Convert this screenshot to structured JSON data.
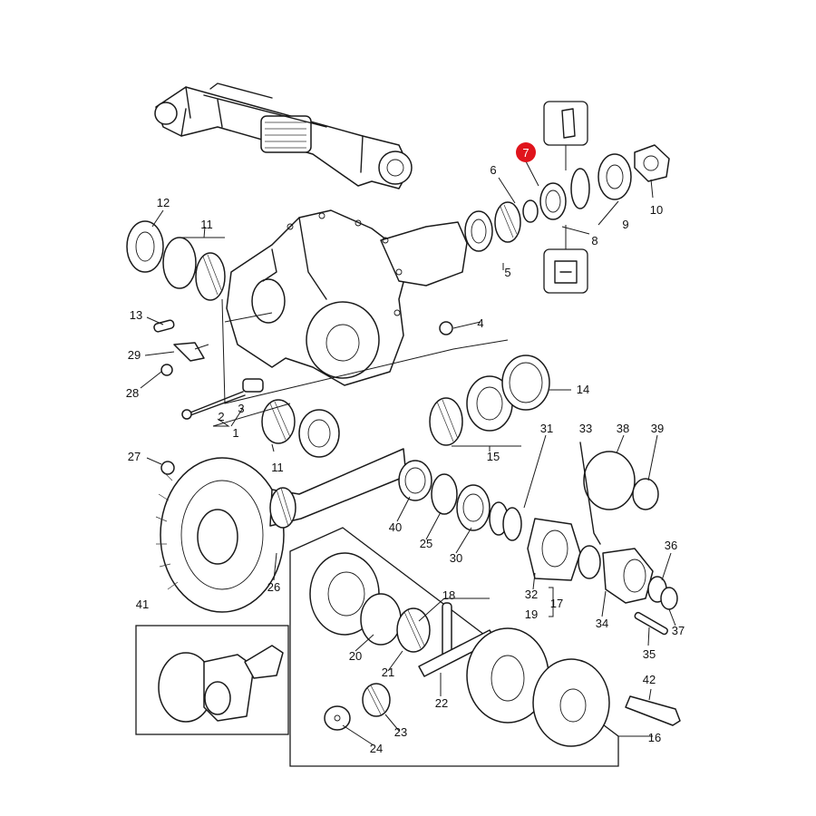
{
  "diagram": {
    "highlight_color": "#e0141c",
    "highlighted_callout": "7",
    "callouts": [
      {
        "id": "1",
        "label": "1"
      },
      {
        "id": "2",
        "label": "2"
      },
      {
        "id": "3",
        "label": "3"
      },
      {
        "id": "4",
        "label": "4"
      },
      {
        "id": "5",
        "label": "5"
      },
      {
        "id": "6",
        "label": "6"
      },
      {
        "id": "7",
        "label": "7"
      },
      {
        "id": "8",
        "label": "8"
      },
      {
        "id": "9",
        "label": "9"
      },
      {
        "id": "10",
        "label": "10"
      },
      {
        "id": "11a",
        "label": "11"
      },
      {
        "id": "11b",
        "label": "11"
      },
      {
        "id": "12",
        "label": "12"
      },
      {
        "id": "13",
        "label": "13"
      },
      {
        "id": "14",
        "label": "14"
      },
      {
        "id": "15",
        "label": "15"
      },
      {
        "id": "16",
        "label": "16"
      },
      {
        "id": "17",
        "label": "17"
      },
      {
        "id": "18",
        "label": "18"
      },
      {
        "id": "19",
        "label": "19"
      },
      {
        "id": "20",
        "label": "20"
      },
      {
        "id": "21",
        "label": "21"
      },
      {
        "id": "22",
        "label": "22"
      },
      {
        "id": "23",
        "label": "23"
      },
      {
        "id": "24",
        "label": "24"
      },
      {
        "id": "25",
        "label": "25"
      },
      {
        "id": "26",
        "label": "26"
      },
      {
        "id": "27",
        "label": "27"
      },
      {
        "id": "28",
        "label": "28"
      },
      {
        "id": "29",
        "label": "29"
      },
      {
        "id": "30",
        "label": "30"
      },
      {
        "id": "31",
        "label": "31"
      },
      {
        "id": "32",
        "label": "32"
      },
      {
        "id": "33",
        "label": "33"
      },
      {
        "id": "34",
        "label": "34"
      },
      {
        "id": "35",
        "label": "35"
      },
      {
        "id": "36",
        "label": "36"
      },
      {
        "id": "37",
        "label": "37"
      },
      {
        "id": "38",
        "label": "38"
      },
      {
        "id": "39",
        "label": "39"
      },
      {
        "id": "40",
        "label": "40"
      },
      {
        "id": "41",
        "label": "41"
      },
      {
        "id": "42",
        "label": "42"
      }
    ]
  }
}
